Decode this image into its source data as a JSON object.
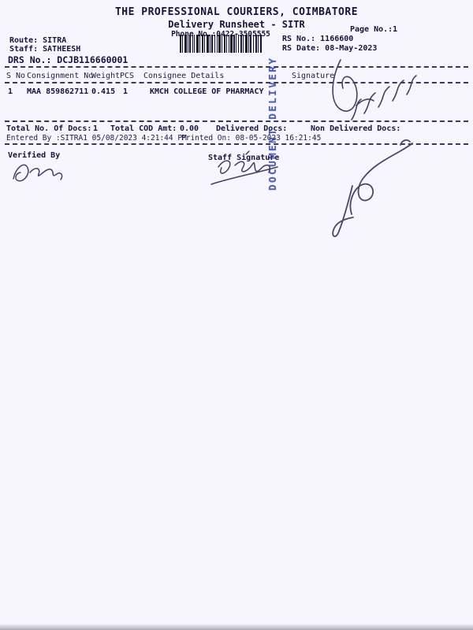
{
  "header": {
    "title": "THE PROFESSIONAL COURIERS, COIMBATORE",
    "subtitle": "Delivery Runsheet - SITR",
    "phone": "Phone No.:0422-3505555",
    "page_no": "Page No.:1"
  },
  "meta": {
    "route": "Route: SITRA",
    "staff": "Staff: SATHEESH",
    "drs_no": "DRS No.: DCJB116660001",
    "rs_no": "RS No.: 1166600",
    "rs_date": "RS Date: 08-May-2023"
  },
  "table": {
    "headers": [
      "S No",
      "Consignment No",
      "Weight",
      "PCS",
      "Consignee Details",
      "Signature"
    ],
    "rows": [
      {
        "s_no": "1",
        "consignment_no": "MAA 859862711",
        "weight": "0.415",
        "pcs": "1",
        "consignee": "KMCH COLLEGE OF PHARMACY"
      }
    ]
  },
  "summary": {
    "total_docs_label": "Total No. Of Docs:",
    "total_docs_value": "1",
    "total_cod_label": "Total COD Amt:",
    "total_cod_value": "0.00",
    "delivered_docs_label": "Delivered Docs:",
    "delivered_docs_value": "",
    "non_delivered_docs_label": "Non Delivered Docs:",
    "non_delivered_docs_value": "",
    "entered_by": "Entered By :SITRA1 05/08/2023 4:21:44 PM",
    "printed_on": "Printed On: 08-05-2023 16:21:45"
  },
  "signoff": {
    "verified_by_label": "Verified By",
    "staff_signature_label": "Staff Signature"
  },
  "stamp": {
    "text": "DOCUMENT DELIVERY",
    "color": "#2b3f9e"
  },
  "colors": {
    "ink": "#1e1d40",
    "paper": "#f7f5fd",
    "pen": "#45415f"
  }
}
